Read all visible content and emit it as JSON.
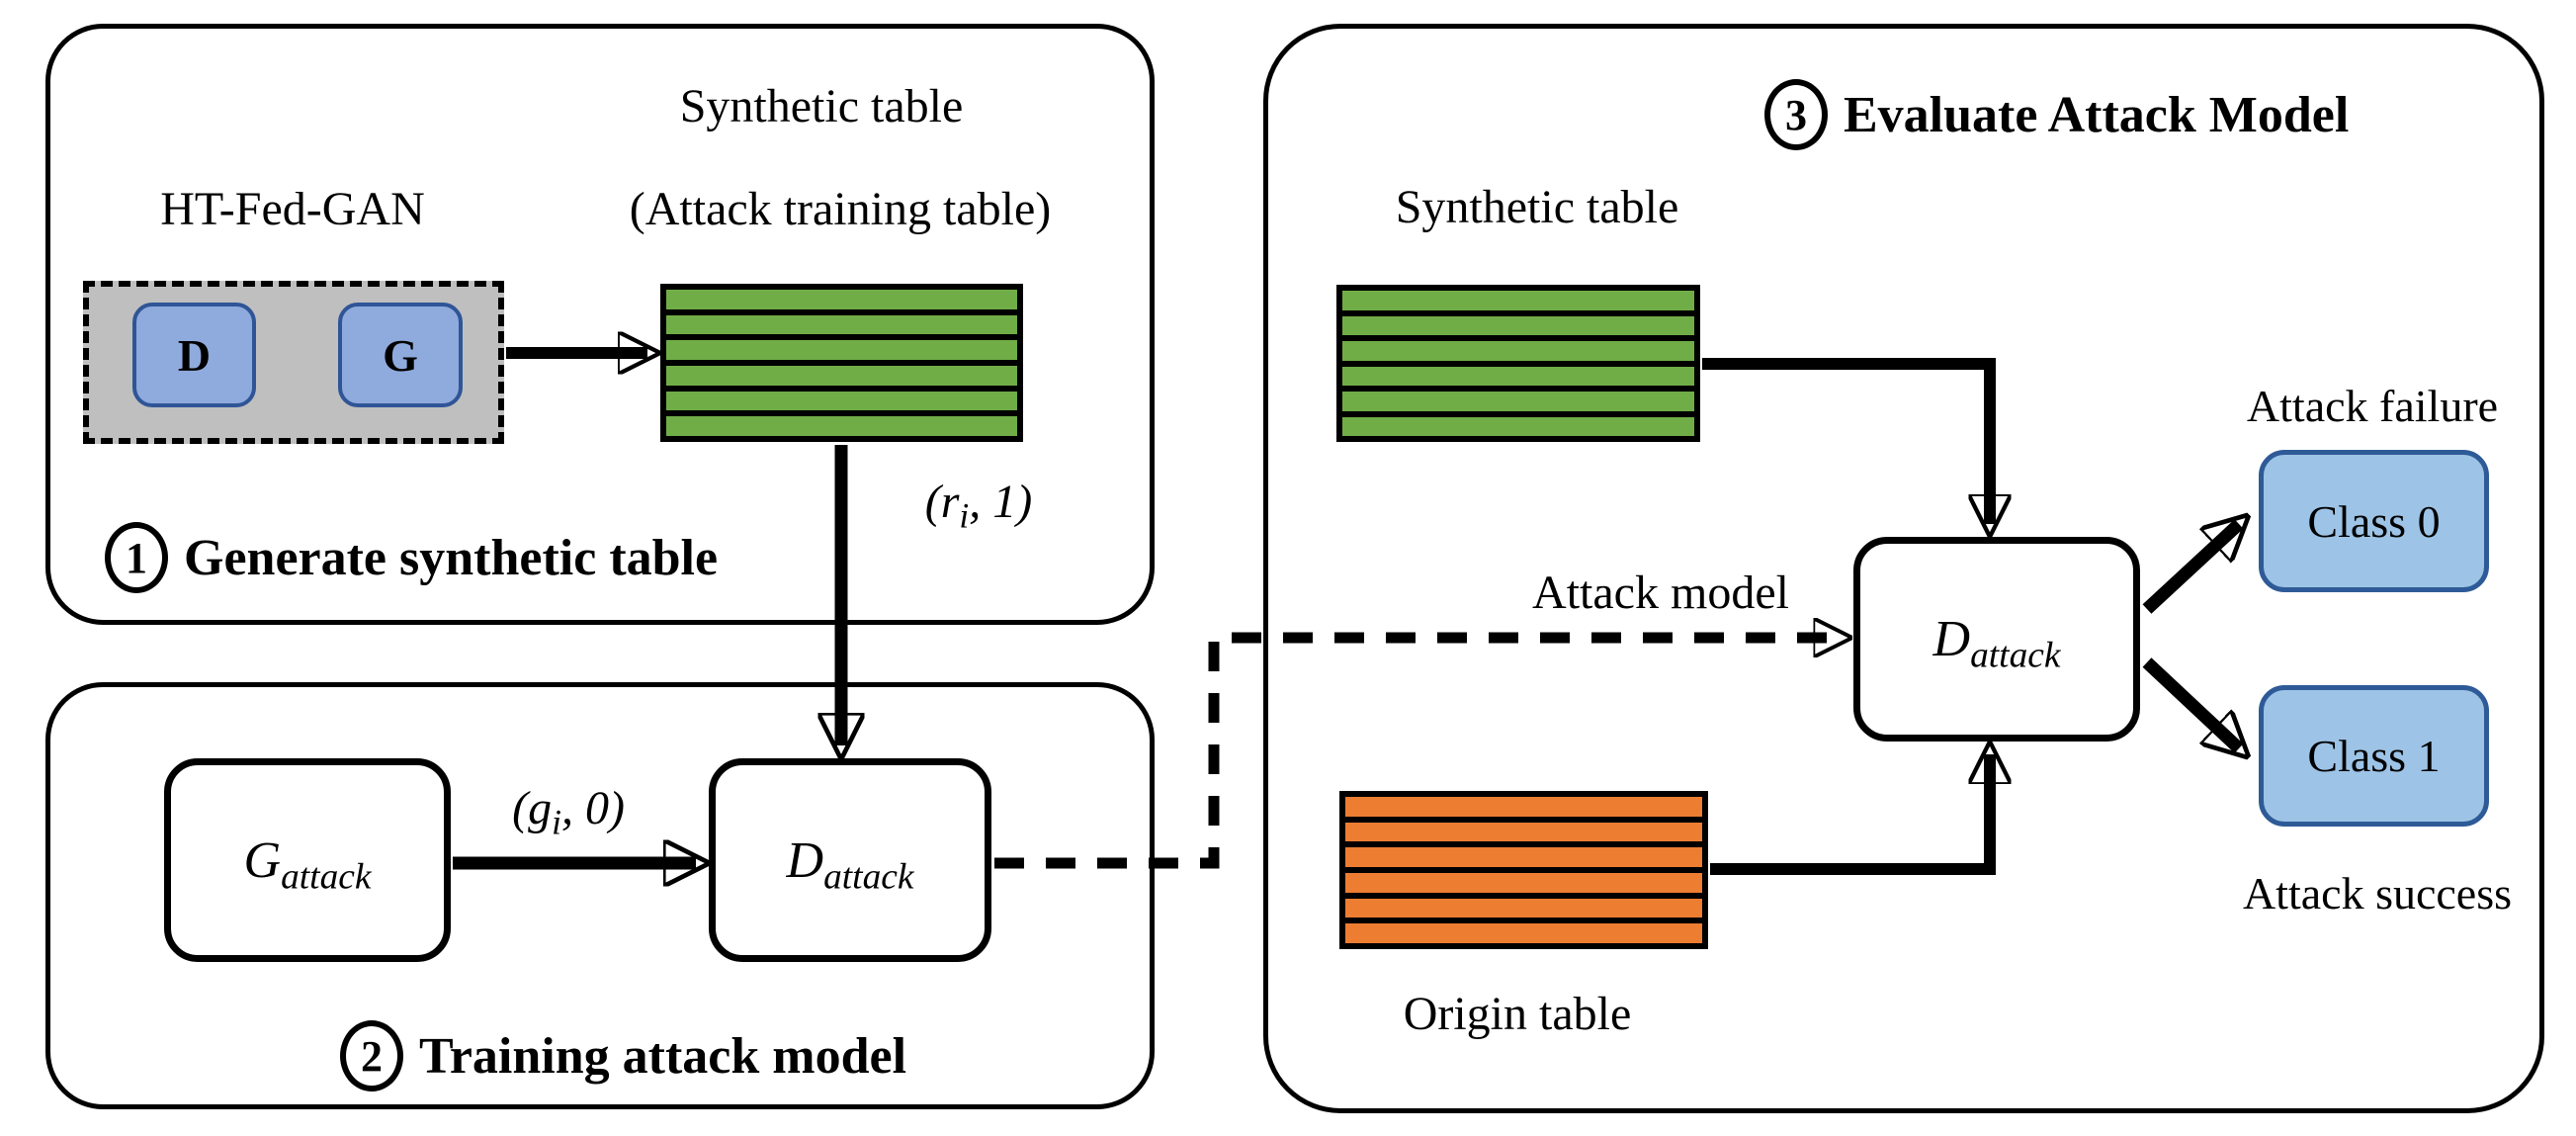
{
  "colors": {
    "table_green": "#70AD47",
    "table_orange": "#ED7D31",
    "node_blue_fill": "#8FAADC",
    "node_blue_border": "#2F5597",
    "class_blue_fill": "#9DC3E6",
    "class_blue_border": "#2E5B97",
    "gan_gray": "#BFBFBF"
  },
  "tables": {
    "row_count": 6
  },
  "panel1": {
    "caption_num": "1",
    "caption": "Generate synthetic table",
    "synthetic_table_title": "Synthetic table",
    "attack_training_subtitle": "(Attack training table)",
    "gan_label": "HT-Fed-GAN",
    "d_box": "D",
    "g_box": "G",
    "pair_label": {
      "pre": "(r",
      "sub": "i",
      "post": ", 1)"
    }
  },
  "panel2": {
    "caption_num": "2",
    "caption": "Training attack model",
    "g_attack": {
      "base": "G",
      "sub": "attack"
    },
    "d_attack": {
      "base": "D",
      "sub": "attack"
    },
    "pair_label": {
      "pre": "(g",
      "sub": "i",
      "post": ", 0)"
    }
  },
  "panel3": {
    "caption_num": "3",
    "caption": "Evaluate Attack Model",
    "synthetic_table_label": "Synthetic table",
    "origin_table_label": "Origin table",
    "attack_model_label": "Attack model",
    "d_attack": {
      "base": "D",
      "sub": "attack"
    },
    "class0": "Class 0",
    "class1": "Class 1",
    "attack_failure": "Attack failure",
    "attack_success": "Attack success"
  }
}
